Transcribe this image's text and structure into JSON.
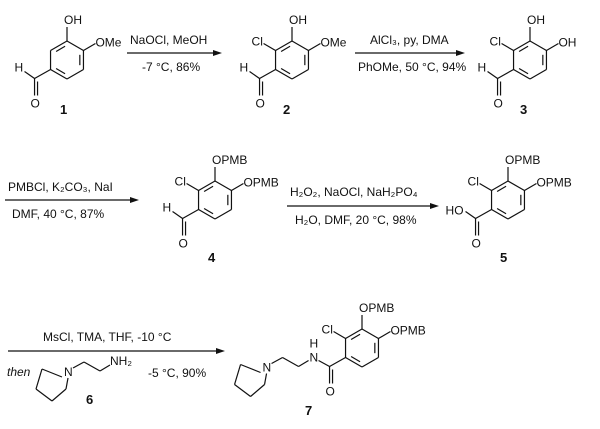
{
  "compounds": {
    "c1": {
      "label": "1",
      "subs": {
        "oh": "OH",
        "ome": "OMe",
        "h": "H",
        "o": "O"
      }
    },
    "c2": {
      "label": "2",
      "subs": {
        "oh": "OH",
        "ome": "OMe",
        "cl": "Cl",
        "h": "H",
        "o": "O"
      }
    },
    "c3": {
      "label": "3",
      "subs": {
        "oh1": "OH",
        "oh2": "OH",
        "cl": "Cl",
        "h": "H",
        "o": "O"
      }
    },
    "c4": {
      "label": "4",
      "subs": {
        "opmb1": "OPMB",
        "opmb2": "OPMB",
        "cl": "Cl",
        "h": "H",
        "o": "O"
      }
    },
    "c5": {
      "label": "5",
      "subs": {
        "opmb1": "OPMB",
        "opmb2": "OPMB",
        "cl": "Cl",
        "ho": "HO",
        "o": "O"
      }
    },
    "c6": {
      "label": "6",
      "subs": {
        "n": "N",
        "nh2": "NH₂"
      }
    },
    "c7": {
      "label": "7",
      "subs": {
        "opmb1": "OPMB",
        "opmb2": "OPMB",
        "cl": "Cl",
        "h": "H",
        "nh": "N",
        "n": "N",
        "o": "O"
      }
    }
  },
  "reactions": [
    {
      "above": "NaOCl, MeOH",
      "below": "-7 °C, 86%"
    },
    {
      "above": "AlCl₃, py, DMA",
      "below": "PhOMe, 50 °C, 94%"
    },
    {
      "above": "PMBCl,  K₂CO₃, NaI",
      "below": "DMF, 40 °C, 87%"
    },
    {
      "above": "H₂O₂, NaOCl, NaH₂PO₄",
      "below": "H₂O, DMF, 20 °C, 98%"
    },
    {
      "above": "MsCl, TMA, THF, -10 °C",
      "then": "then",
      "below": "-5 °C, 90%"
    }
  ]
}
